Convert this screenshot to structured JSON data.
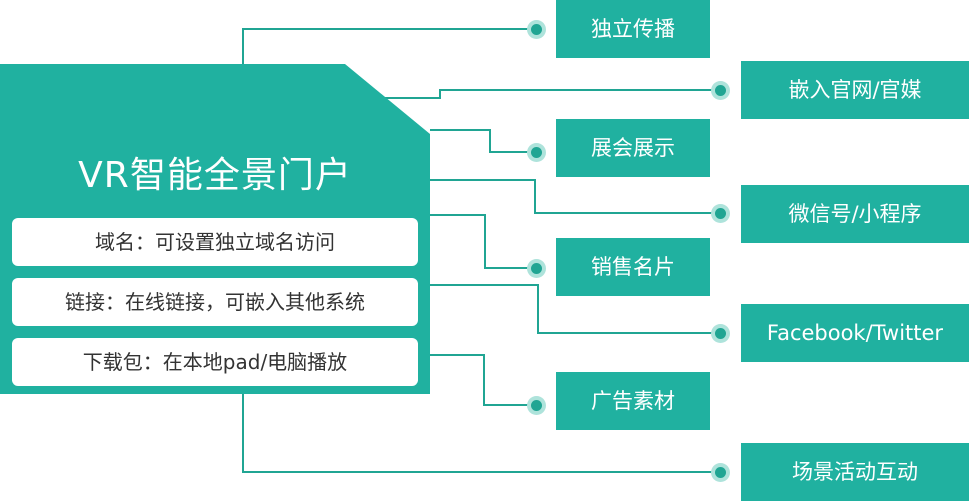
{
  "portal": {
    "title": "VR智能全景门户",
    "features": [
      "域名：可设置独立域名访问",
      "链接：在线链接，可嵌入其他系统",
      "下载包：在本地pad/电脑播放"
    ]
  },
  "targets": [
    "独立传播",
    "嵌入官网/官媒",
    "展会展示",
    "微信号/小程序",
    "销售名片",
    "Facebook/Twitter",
    "广告素材",
    "场景活动互动"
  ],
  "colors": {
    "accent": "#20b1a0",
    "line": "#20a593",
    "dot_halo": "#aee3db",
    "box_bg": "#ffffff",
    "box_text": "#333333"
  }
}
